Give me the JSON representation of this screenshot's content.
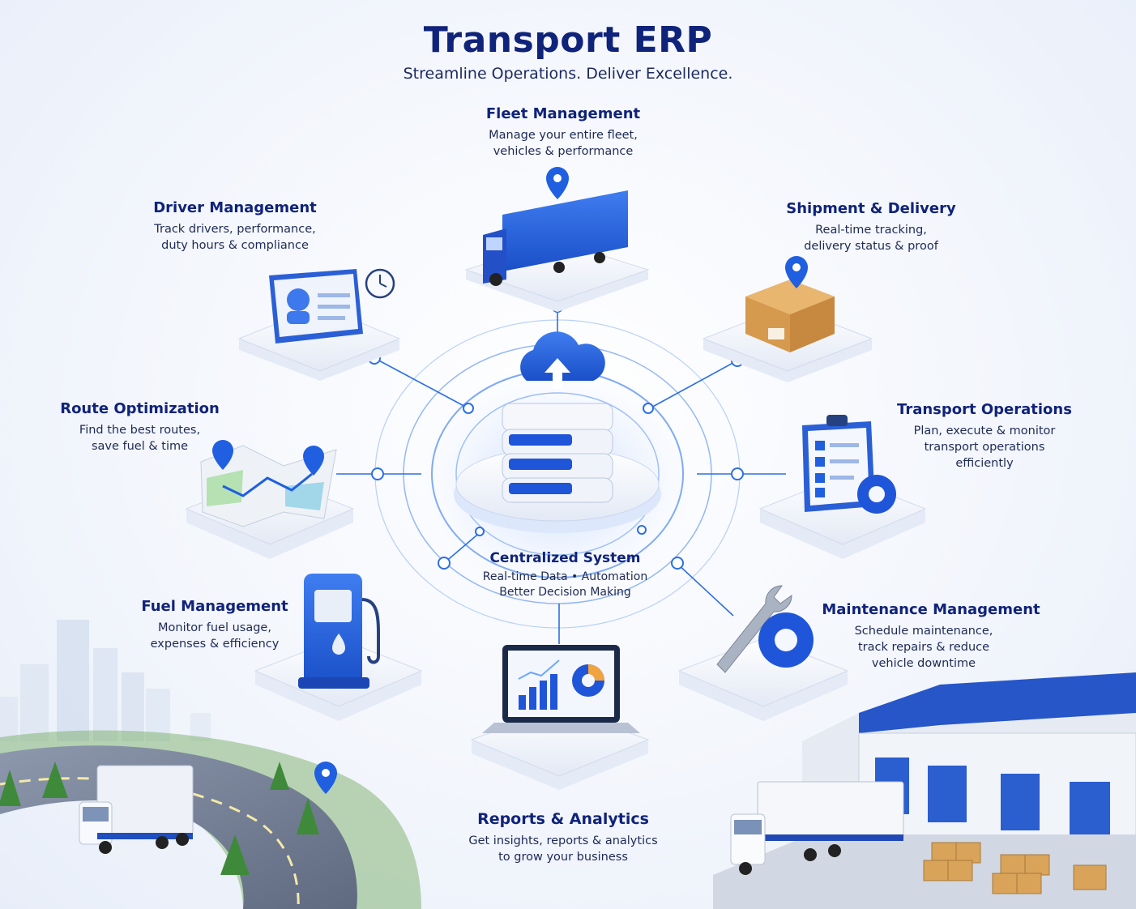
{
  "header": {
    "title": "Transport ERP",
    "subtitle": "Streamline Operations. Deliver Excellence."
  },
  "center": {
    "title": "Centralized System",
    "line1": "Real-time Data • Automation",
    "line2": "Better Decision Making"
  },
  "modules": {
    "fleet": {
      "title": "Fleet Management",
      "line1": "Manage your entire fleet,",
      "line2": "vehicles & performance",
      "icon": "truck-icon"
    },
    "driver": {
      "title": "Driver Management",
      "line1": "Track drivers, performance,",
      "line2": "duty hours & compliance",
      "icon": "driver-profile-icon"
    },
    "shipment": {
      "title": "Shipment & Delivery",
      "line1": "Real-time tracking,",
      "line2": "delivery status & proof",
      "icon": "package-icon"
    },
    "route": {
      "title": "Route Optimization",
      "line1": "Find the best routes,",
      "line2": "save fuel & time",
      "icon": "map-route-icon"
    },
    "transport": {
      "title": "Transport Operations",
      "line1": "Plan, execute & monitor",
      "line2": "transport operations",
      "line3": "efficiently",
      "icon": "checklist-gear-icon"
    },
    "fuel": {
      "title": "Fuel Management",
      "line1": "Monitor fuel usage,",
      "line2": "expenses & efficiency",
      "icon": "fuel-pump-icon"
    },
    "maintenance": {
      "title": "Maintenance Management",
      "line1": "Schedule maintenance,",
      "line2": "track repairs & reduce",
      "line3": "vehicle downtime",
      "icon": "wrench-gear-icon"
    },
    "reports": {
      "title": "Reports & Analytics",
      "line1": "Get insights, reports & analytics",
      "line2": "to grow your business",
      "icon": "laptop-analytics-icon"
    }
  },
  "colors": {
    "primary": "#1f5fe0",
    "navy": "#10237a",
    "accent_light": "#6aa8ff",
    "box": "#d9a35a"
  }
}
